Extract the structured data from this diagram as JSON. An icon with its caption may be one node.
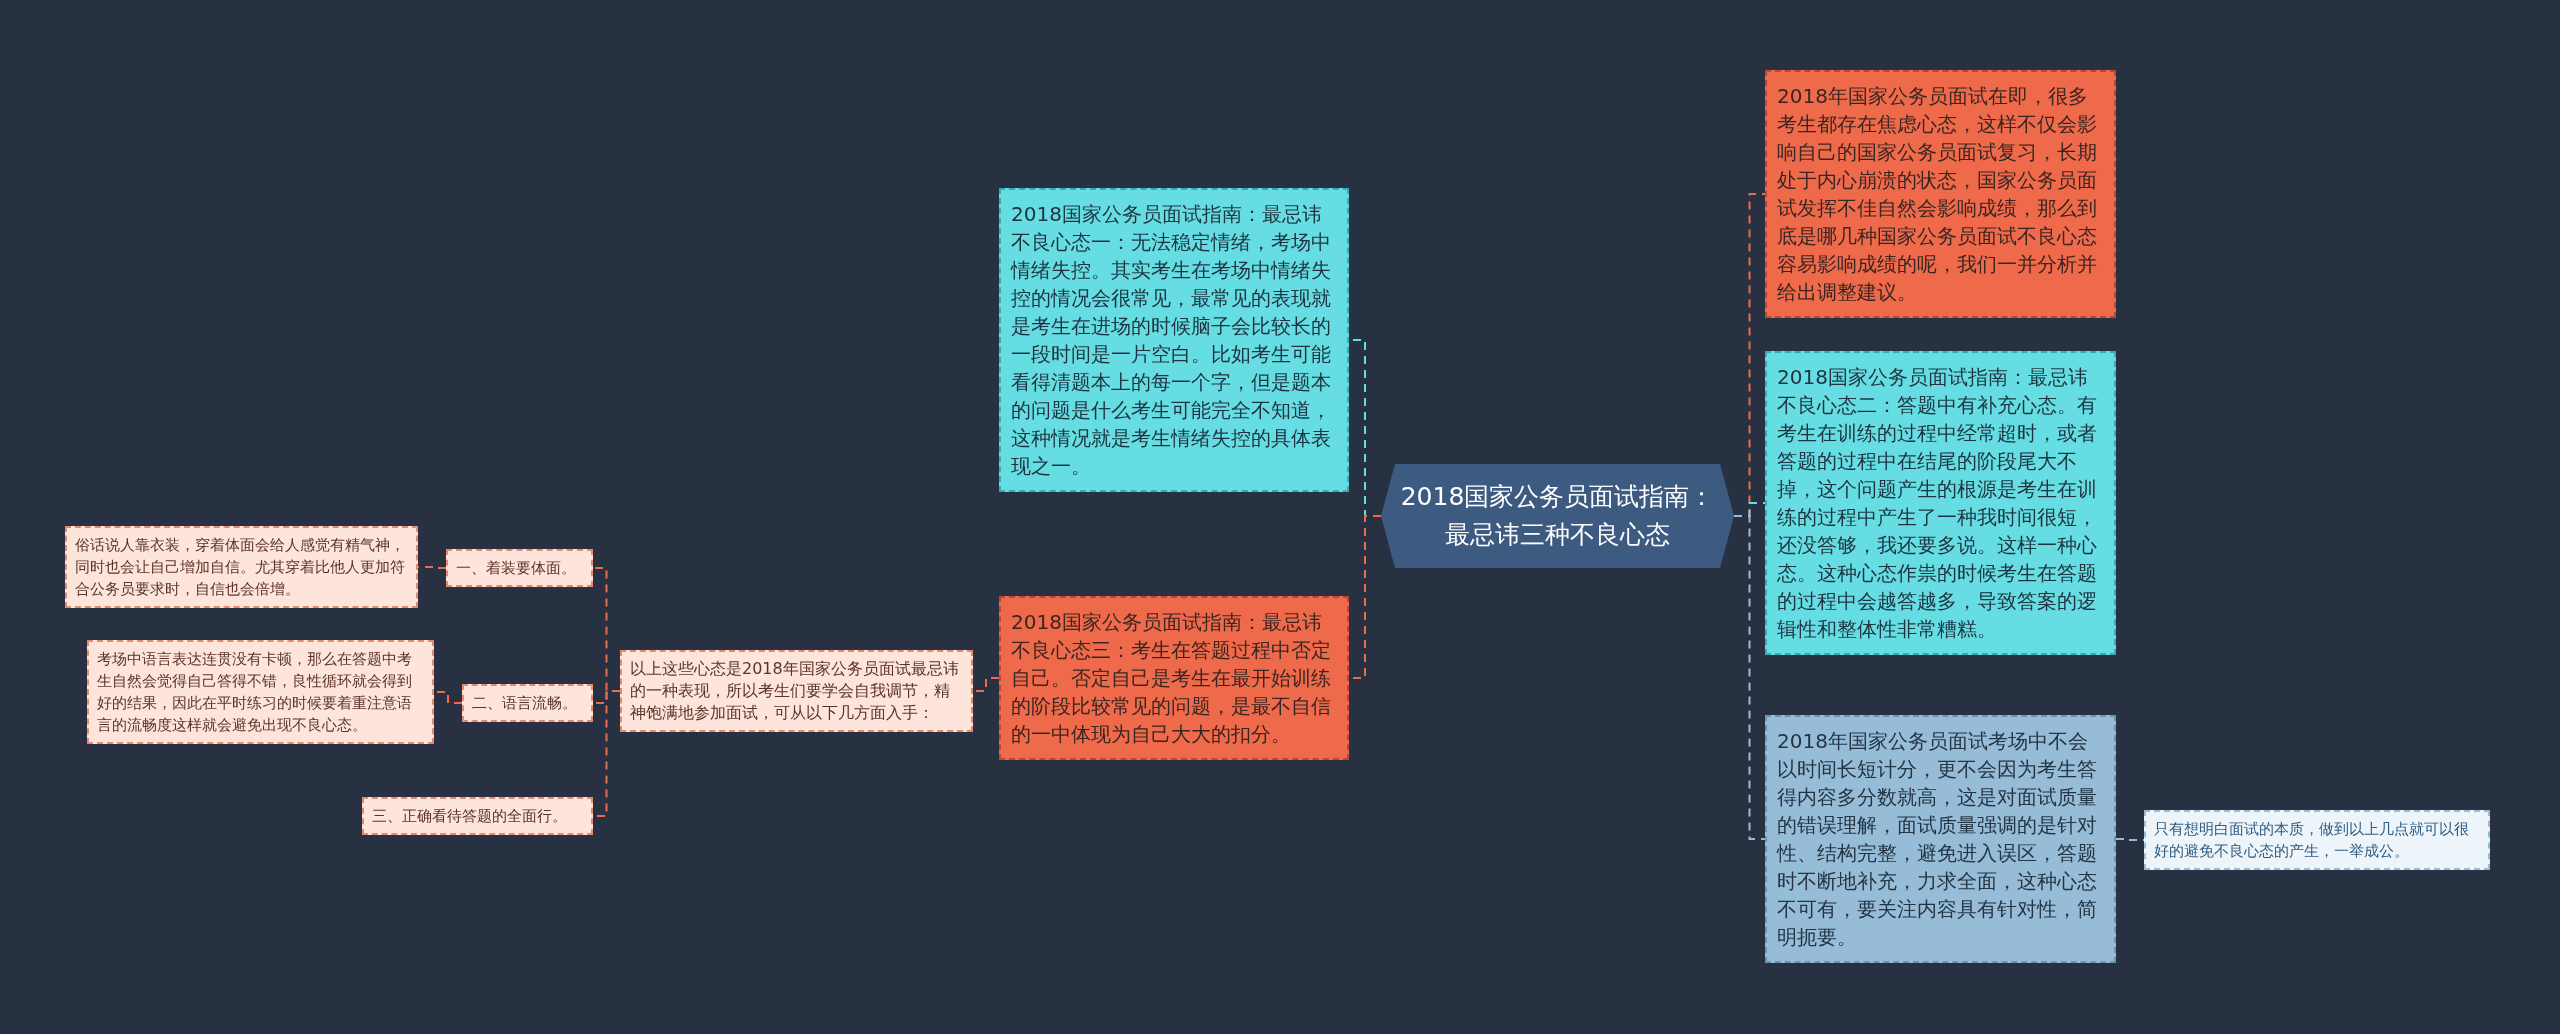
{
  "diagram": {
    "nodes": [
      {
        "text": [
          "2018国家公务员面试指南：最忌讳三种不良心态"
        ]
      },
      {
        "text": [
          "2018年国家公务员面试在即，很多考生都存在焦虑心态，这样不仅会影响自己的国家公务员面试复习，长期处于内心崩溃的状态，国家公务员面试发挥不佳自然会影响成绩，那么到底是哪几种国家公务员面试不良心态容易影响成绩的呢，我们一并分析并给出调整建议。"
        ]
      },
      {
        "text": [
          "2018国家公务员面试指南：最忌讳不良心态二：答题中有补充心态。有考生在训练的过程中经常超时，或者答题的过程中在结尾的阶段尾大不掉，这个问题产生的根源是考生在训练的过程中产生了一种我时间很短，还没答够，我还要多说。这样一种心态。这种心态作祟的时候考生在答题的过程中会越答越多，导致答案的逻辑性和整体性非常糟糕。"
        ]
      },
      {
        "text": [
          "2018年国家公务员面试考场中不会以时间长短计分，更不会因为考生答得内容多分数就高，这是对面试质量的错误理解，面试质量强调的是针对性、结构完整，避免进入误区，答题时不断地补充，力求全面，这种心态不可有，要关注内容具有针对性，简明扼要。"
        ]
      },
      {
        "text": [
          "只有想明白面试的本质，做到以上几点就可以很好的避免不良心态的产生，一举成公。"
        ]
      },
      {
        "text": [
          "2018国家公务员面试指南：最忌讳不良心态一：无法稳定情绪，考场中情绪失控。其实考生在考场中情绪失控的情况会很常见，最常见的表现就是考生在进场的时候脑子会比较长的一段时间是一片空白。比如考生可能看得清题本上的每一个字，但是题本的问题是什么考生可能完全不知道，这种情况就是考生情绪失控的具体表现之一。"
        ]
      },
      {
        "text": [
          "2018国家公务员面试指南：最忌讳不良心态三：考生在答题过程中否定自己。否定自己是考生在最开始训练的阶段比较常见的问题，是最不自信的一中体现为自己大大的扣分。"
        ]
      },
      {
        "text": [
          "以上这些心态是2018年国家公务员面试最忌讳的一种表现，所以考生们要学会自我调节，精神饱满地参加面试，可从以下几方面入手："
        ]
      },
      {
        "text": [
          "一、着装要体面。"
        ]
      },
      {
        "text": [
          "二、语言流畅。"
        ]
      },
      {
        "text": [
          "三、正确看待答题的全面行。"
        ]
      },
      {
        "text": [
          "俗话说人靠衣装，穿着体面会给人感觉有精气神，同时也会让自己增加自信。尤其穿着比他人更加符合公务员要求时，自信也会倍增。"
        ]
      },
      {
        "text": [
          "考场中语言表达连贯没有卡顿，那么在答题中考生自然会觉得自己答得不错，良性循环就会得到好的结果，因此在平时练习的时候要着重注意语言的流畅度这样就会避免出现不良心态。"
        ]
      }
    ],
    "edges": [
      {
        "from": 0,
        "to": 1,
        "arrow": "none"
      },
      {
        "from": 0,
        "to": 2,
        "arrow": "none",
        "color": "#66dde3"
      },
      {
        "from": 0,
        "to": 3,
        "arrow": "none",
        "color": "#96bcd8"
      },
      {
        "from": 3,
        "to": 4,
        "arrow": "none",
        "color": "#96bcd8"
      },
      {
        "from": 0,
        "to": 5,
        "arrow": "none",
        "color": "#66dde3"
      },
      {
        "from": 0,
        "to": 6,
        "arrow": "none"
      },
      {
        "from": 6,
        "to": 7,
        "arrow": "none"
      },
      {
        "from": 7,
        "to": 8,
        "arrow": "none"
      },
      {
        "from": 7,
        "to": 9,
        "arrow": "none"
      },
      {
        "from": 7,
        "to": 10,
        "arrow": "none"
      },
      {
        "from": 8,
        "to": 11,
        "arrow": "none"
      },
      {
        "from": 9,
        "to": 12,
        "arrow": "none"
      }
    ]
  }
}
